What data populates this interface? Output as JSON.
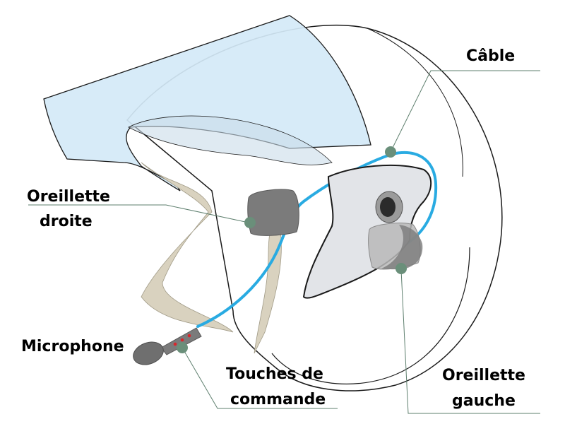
{
  "labels": {
    "cable": "Câble",
    "right_ear_line1": "Oreillette",
    "right_ear_line2": "droite",
    "microphone": "Microphone",
    "controls_line1": "Touches de",
    "controls_line2": "commande",
    "left_ear_line1": "Oreillette",
    "left_ear_line2": "gauche"
  },
  "colors": {
    "cable": "#29abe2",
    "visor_fill": "#d4e9f7",
    "padding": "#d9d2bf",
    "earpiece": "#7b7b7b",
    "earpiece_light": "#b9b9b9",
    "leader_line": "#5e7f6e",
    "leader_dot": "#6a8f7a",
    "mic_buttons": "#d9262b"
  }
}
